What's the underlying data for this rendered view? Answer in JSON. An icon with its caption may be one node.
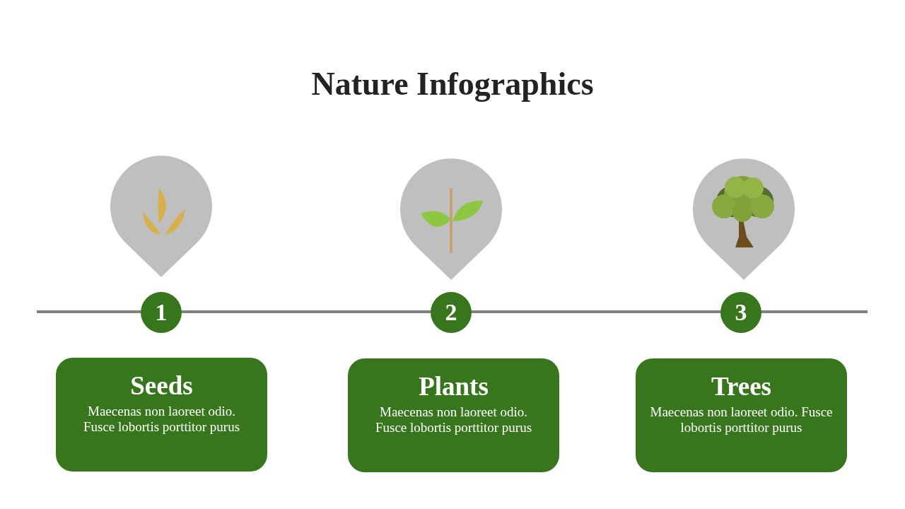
{
  "diagram": {
    "title": "Nature Infographics",
    "nodes": [
      {
        "text": [
          "1"
        ]
      },
      {
        "text": [
          "2"
        ]
      },
      {
        "text": [
          "3"
        ]
      },
      {
        "text": [
          "Seeds",
          "Maecenas non laoreet odio. Fusce lobortis porttitor purus"
        ]
      },
      {
        "text": [
          "Plants",
          "Maecenas non laoreet odio. Fusce lobortis porttitor purus"
        ]
      },
      {
        "text": [
          "Trees",
          "Maecenas non laoreet odio. Fusce lobortis porttitor purus"
        ]
      }
    ]
  }
}
